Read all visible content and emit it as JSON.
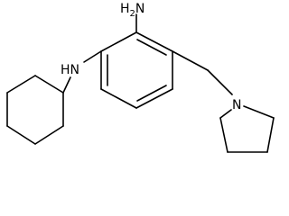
{
  "atoms": {
    "amine_top": {
      "label": "H",
      "subscript": "2",
      "suffix": "N"
    },
    "amine_secondary": "HN",
    "pyrrolidine_n": "N"
  },
  "colors": {
    "bond": "#000000",
    "text": "#000000",
    "background": "#ffffff"
  }
}
